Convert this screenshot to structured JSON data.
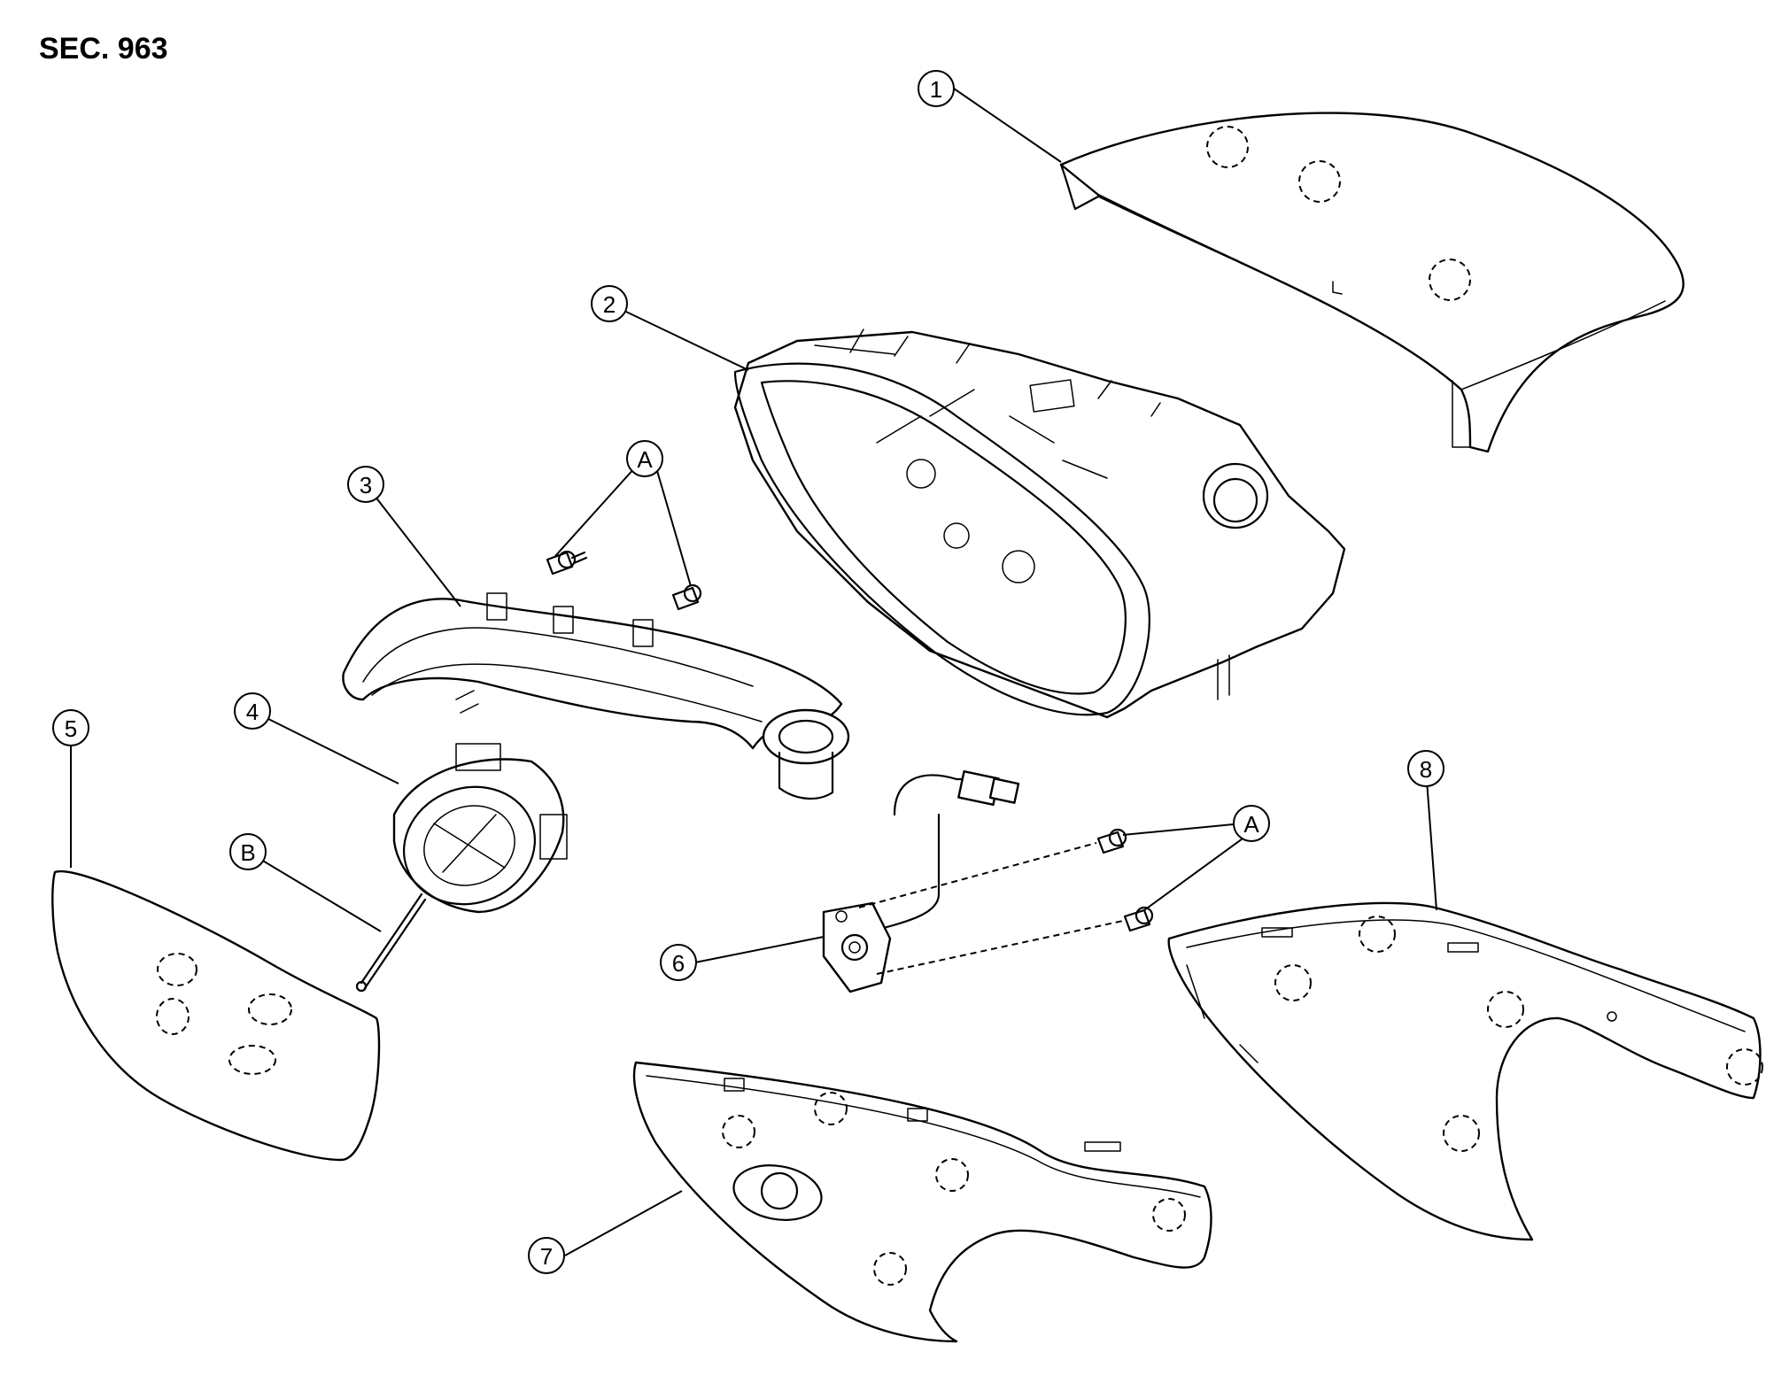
{
  "header": {
    "section": "SEC. 963"
  },
  "colors": {
    "line": "#000000",
    "background": "#ffffff"
  },
  "callouts": {
    "c1": "1",
    "c2": "2",
    "c3": "3",
    "c4": "4",
    "c5": "5",
    "c6": "6",
    "c7": "7",
    "c8": "8",
    "a1": "A",
    "a2": "A",
    "b": "B"
  }
}
